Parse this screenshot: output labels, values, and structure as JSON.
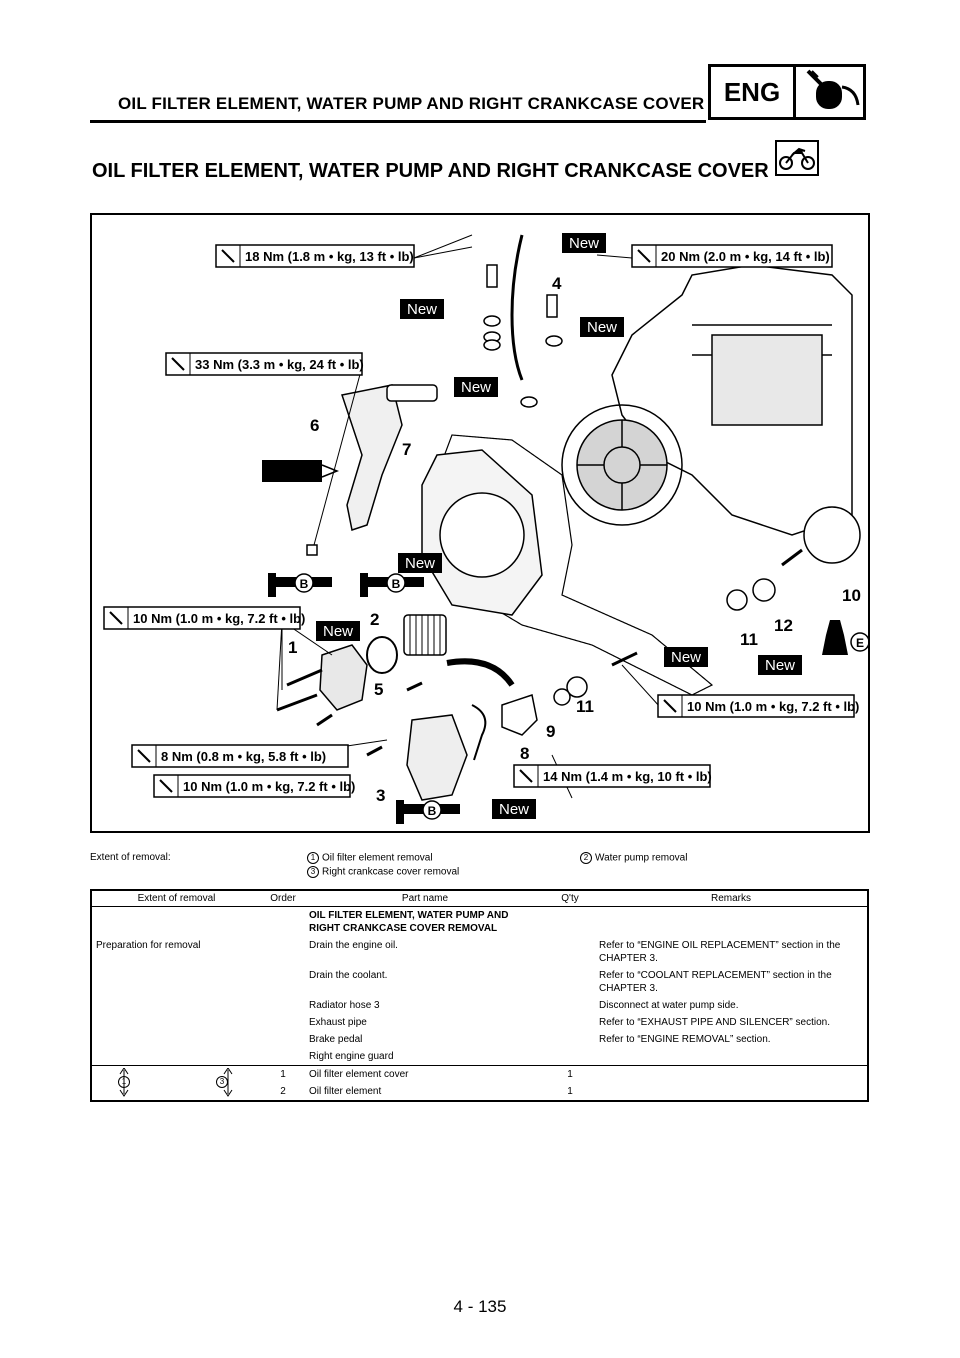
{
  "header": {
    "section_title": "OIL FILTER ELEMENT, WATER PUMP AND RIGHT CRANKCASE COVER",
    "chapter_tag": "ENG",
    "chapter_icon": "engine-wrench-icon"
  },
  "title": {
    "text": "OIL FILTER ELEMENT, WATER PUMP AND RIGHT CRANKCASE COVER",
    "icon": "motorcycle-icon"
  },
  "diagram": {
    "torque_specs": [
      "18 Nm (1.8 m • kg, 13 ft • lb)",
      "20 Nm (2.0 m • kg, 14 ft • lb)",
      "33 Nm (3.3 m • kg, 24 ft • lb)",
      "10 Nm (1.0 m • kg, 7.2 ft • lb)",
      "10 Nm (1.0 m • kg, 7.2 ft • lb)",
      "8 Nm (0.8 m • kg, 5.8 ft • lb)",
      "10 Nm (1.0 m • kg, 7.2 ft • lb)",
      "14 Nm (1.4 m • kg, 10 ft • lb)"
    ],
    "new_tag": "New",
    "part_numbers": [
      "1",
      "2",
      "3",
      "4",
      "5",
      "6",
      "7",
      "8",
      "9",
      "10",
      "11",
      "11",
      "12"
    ],
    "lube_marks": [
      "B",
      "B",
      "B",
      "E"
    ]
  },
  "extent": {
    "label": "Extent of removal:",
    "items": [
      {
        "num": "1",
        "text": "Oil filter element removal"
      },
      {
        "num": "2",
        "text": "Water pump removal"
      },
      {
        "num": "3",
        "text": "Right crankcase cover removal"
      }
    ]
  },
  "table": {
    "headers": [
      "Extent of removal",
      "Order",
      "Part name",
      "Q'ty",
      "Remarks"
    ],
    "section_title": "OIL FILTER ELEMENT, WATER PUMP AND RIGHT CRANKCASE COVER REMOVAL",
    "prep_label": "Preparation for removal",
    "prep_rows": [
      {
        "part": "Drain the engine oil.",
        "remarks": "Refer to “ENGINE OIL REPLACEMENT” section in the CHAPTER 3."
      },
      {
        "part": "Drain the coolant.",
        "remarks": "Refer to “COOLANT REPLACEMENT” section in the CHAPTER 3."
      },
      {
        "part": "Radiator hose 3",
        "remarks": "Disconnect at water pump side."
      },
      {
        "part": "Exhaust pipe",
        "remarks": "Refer to “EXHAUST PIPE AND SILENCER” section."
      },
      {
        "part": "Brake pedal",
        "remarks": "Refer to “ENGINE REMOVAL” section."
      },
      {
        "part": "Right engine guard",
        "remarks": ""
      }
    ],
    "extent_marks": [
      "1",
      "3"
    ],
    "rows": [
      {
        "order": "1",
        "part": "Oil filter element cover",
        "qty": "1",
        "remarks": ""
      },
      {
        "order": "2",
        "part": "Oil filter element",
        "qty": "1",
        "remarks": ""
      }
    ]
  },
  "page_number": "4 - 135"
}
